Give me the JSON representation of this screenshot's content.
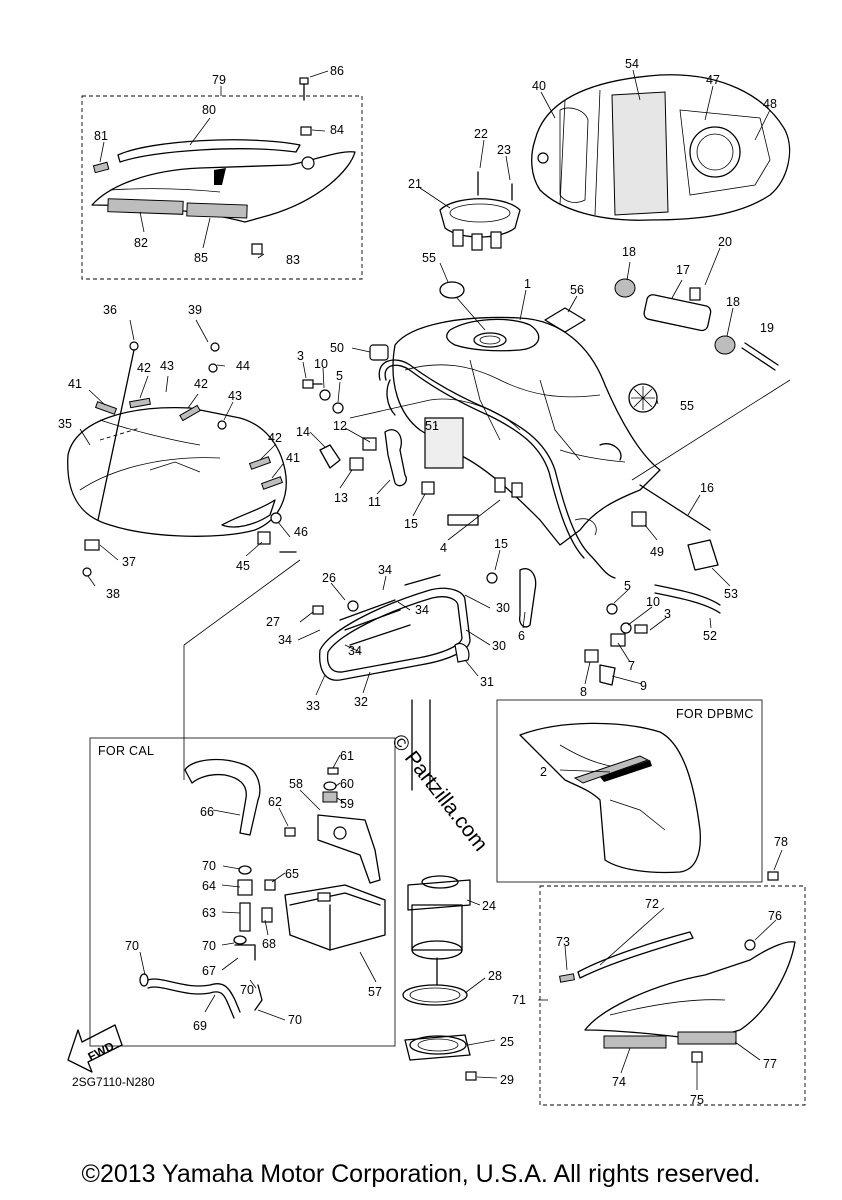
{
  "diagram_code": "2SG7110-N280",
  "copyright": "©2013 Yamaha Motor Corporation, U.S.A. All rights reserved.",
  "watermark": "© Partzilla.com",
  "fwd_label": "FWD",
  "sections": {
    "cal": "FOR CAL",
    "dpbmc": "FOR DPBMC"
  },
  "callouts": {
    "c1": "1",
    "c2": "2",
    "c3a": "3",
    "c3b": "3",
    "c4": "4",
    "c5a": "5",
    "c5b": "5",
    "c6": "6",
    "c7": "7",
    "c8": "8",
    "c9": "9",
    "c10a": "10",
    "c10b": "10",
    "c11": "11",
    "c12": "12",
    "c13": "13",
    "c14": "14",
    "c15a": "15",
    "c15b": "15",
    "c16": "16",
    "c17": "17",
    "c18a": "18",
    "c18b": "18",
    "c19": "19",
    "c20": "20",
    "c21": "21",
    "c22": "22",
    "c23": "23",
    "c24": "24",
    "c25": "25",
    "c26": "26",
    "c27": "27",
    "c28": "28",
    "c29": "29",
    "c30a": "30",
    "c30b": "30",
    "c31": "31",
    "c32": "32",
    "c33": "33",
    "c34a": "34",
    "c34b": "34",
    "c34c": "34",
    "c34d": "34",
    "c35": "35",
    "c36": "36",
    "c37": "37",
    "c38": "38",
    "c39": "39",
    "c40": "40",
    "c41a": "41",
    "c41b": "41",
    "c42a": "42",
    "c42b": "42",
    "c42c": "42",
    "c43a": "43",
    "c43b": "43",
    "c44": "44",
    "c45": "45",
    "c46": "46",
    "c47": "47",
    "c48": "48",
    "c49": "49",
    "c50": "50",
    "c51": "51",
    "c52": "52",
    "c53": "53",
    "c54": "54",
    "c55a": "55",
    "c55b": "55",
    "c56": "56",
    "c57": "57",
    "c58": "58",
    "c59": "59",
    "c60": "60",
    "c61": "61",
    "c62": "62",
    "c63": "63",
    "c64": "64",
    "c65": "65",
    "c66": "66",
    "c67": "67",
    "c68": "68",
    "c69": "69",
    "c70a": "70",
    "c70b": "70",
    "c70c": "70",
    "c70d": "70",
    "c70e": "70",
    "c71": "71",
    "c72": "72",
    "c73": "73",
    "c74": "74",
    "c75": "75",
    "c76": "76",
    "c77": "77",
    "c78": "78",
    "c79": "79",
    "c80": "80",
    "c81": "81",
    "c82": "82",
    "c83": "83",
    "c84": "84",
    "c85": "85",
    "c86": "86"
  }
}
